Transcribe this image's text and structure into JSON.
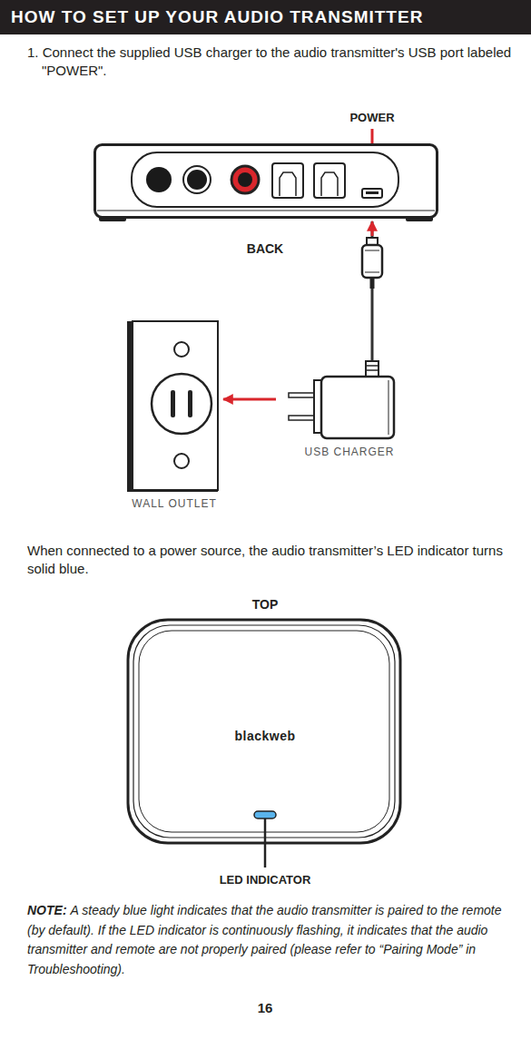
{
  "diagram": {
    "title": "HOW TO SET UP YOUR AUDIO TRANSMITTER",
    "nodes": [
      {
        "text": [
          "BACK"
        ]
      },
      {
        "text": [
          "WALL OUTLET"
        ]
      },
      {
        "text": [
          "USB CHARGER"
        ]
      },
      {
        "text": [
          "TOP",
          "blackweb"
        ]
      }
    ],
    "edges": [
      {
        "from": 2,
        "to": 1,
        "arrow": "to"
      },
      {
        "from": 2,
        "to": 0,
        "arrow": "to"
      }
    ],
    "labels": [
      "1. Connect the supplied USB charger to the audio transmitter's USB port labeled \"POWER\".",
      "POWER",
      "When connected to a power source, the audio transmitter’s LED indicator turns solid blue.",
      "LED INDICATOR",
      "NOTE:",
      "A steady blue light indicates that the audio transmitter is paired to the remote (by default). If the LED indicator is continuously flashing, it indicates that the audio transmitter and remote are not properly paired (please refer to “Pairing Mode” in Troubleshooting).",
      "16"
    ]
  }
}
